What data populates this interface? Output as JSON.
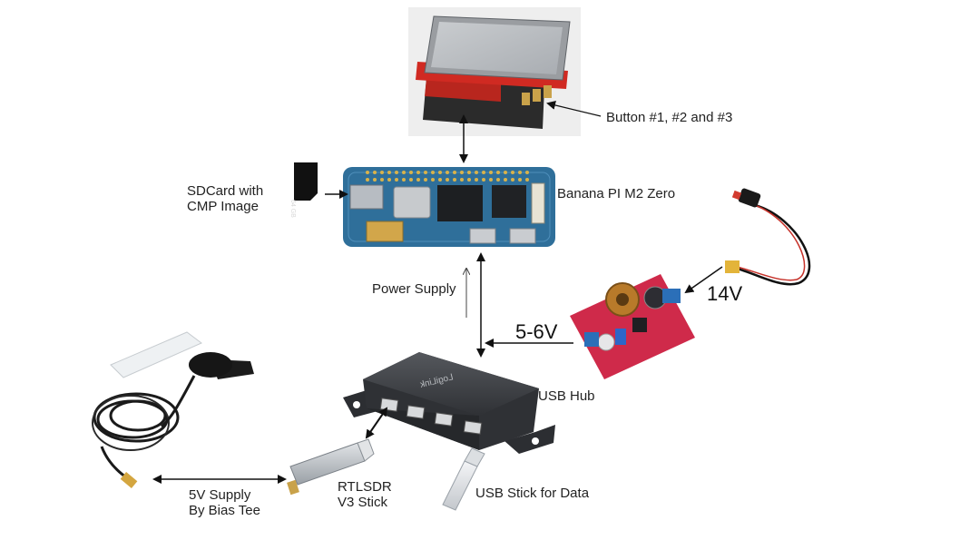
{
  "labels": {
    "buttons": "Button #1, #2 and #3",
    "board": "Banana PI M2 Zero",
    "sdcard_line1": "SDCard with",
    "sdcard_line2": "CMP Image",
    "power_supply": "Power Supply",
    "voltage_14v": "14V",
    "voltage_5_6v": "5-6V",
    "usb_hub": "USB Hub",
    "bias_tee_line1": "5V Supply",
    "bias_tee_line2": "By Bias Tee",
    "rtlsdr_line1": "RTLSDR",
    "rtlsdr_line2": "V3 Stick",
    "usb_stick": "USB Stick for Data"
  },
  "printed_marks": {
    "sd_capacity": "64 GB",
    "hub_brand": "LogiLink"
  },
  "colors": {
    "pcb_blue": "#2f6f9a",
    "screen_red": "#d02a22",
    "converter_pcb": "#cf2a4a",
    "hub_body": "#3a3c40",
    "arrow": "#111111",
    "thin_arrow": "#444444"
  }
}
